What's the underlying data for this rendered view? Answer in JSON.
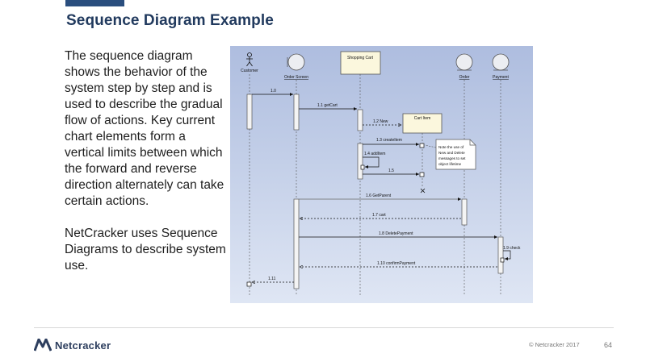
{
  "slide": {
    "title": "Sequence Diagram Example",
    "paragraphs": [
      "The sequence diagram shows the behavior of the system step by step and is used to describe the gradual flow of actions. Key current chart elements form a vertical limits between which the forward and reverse direction alternately can take certain actions.",
      "NetCracker uses Sequence Diagrams to describe system use."
    ]
  },
  "diagram": {
    "participants": {
      "customer": "Customer",
      "order_screen": "Order Screen",
      "shopping_cart": "Shopping Cart",
      "cart_item": "Cart Item",
      "order": "Order",
      "payment": "Payment"
    },
    "messages": {
      "m1_0": "1.0",
      "m1_1": "1.1 getCart",
      "m1_2": "1.2 New",
      "m1_3": "1.3 createItem",
      "m1_4": "1.4 addItem",
      "m1_5": "1.5",
      "m1_6": "1.6 GetParent",
      "m1_7": "1.7 cart",
      "m1_8": "1.8 DeletePayment",
      "m1_9": "1.9 check",
      "m1_10": "1.10 confirmPayment",
      "m1_11": "1.11"
    },
    "note_lines": [
      "Note the use of",
      "New and Delete",
      "messages to set",
      "object lifetime"
    ]
  },
  "footer": {
    "logo_text": "Netcracker",
    "copyright": "© Netcracker 2017",
    "page_number": "64"
  },
  "colors": {
    "title": "#213a5e",
    "accent_bar": "#2a4e7e",
    "diagram_bg_top": "#aebddf",
    "diagram_bg_bottom": "#dfe6f4",
    "logo": "#2d3e5e"
  }
}
